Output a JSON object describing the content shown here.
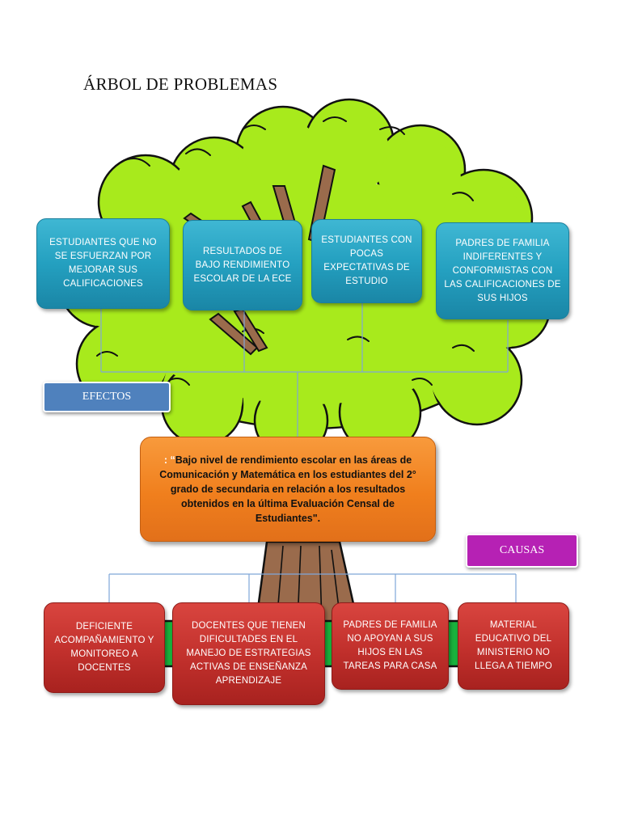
{
  "title": "ÁRBOL DE PROBLEMAS",
  "labels": {
    "effects": "EFECTOS",
    "causes": "CAUSAS"
  },
  "central_problem": {
    "lead": ": “",
    "text": "Bajo nivel de rendimiento escolar en las áreas de Comunicación y Matemática en los estudiantes del 2° grado de secundaria en relación a los resultados obtenidos en la última Evaluación Censal de Estudiantes\"."
  },
  "effects": [
    "ESTUDIANTES QUE NO SE ESFUERZAN POR MEJORAR SUS CALIFICACIONES",
    "RESULTADOS DE BAJO RENDIMIENTO ESCOLAR DE LA ECE",
    "ESTUDIANTES CON POCAS EXPECTATIVAS DE ESTUDIO",
    "PADRES DE FAMILIA INDIFERENTES Y CONFORMISTAS CON LAS CALIFICACIONES DE SUS HIJOS"
  ],
  "causes": [
    "DEFICIENTE ACOMPAÑAMIENTO Y MONITOREO A DOCENTES",
    "DOCENTES QUE TIENEN DIFICULTADES EN EL MANEJO DE ESTRATEGIAS ACTIVAS DE ENSEÑANZA APRENDIZAJE",
    "PADRES DE FAMILIA NO APOYAN A SUS HIJOS EN LAS TAREAS PARA CASA",
    "MATERIAL EDUCATIVO DEL MINISTERIO NO LLEGA A TIEMPO"
  ],
  "colors": {
    "foliage": "#a8ea1c",
    "trunk": "#9a6b4c",
    "effect_box": "#2aa6c6",
    "cause_box": "#c0302c",
    "central_box": "#f0801f",
    "effects_tag": "#4f81bd",
    "causes_tag": "#b621b4",
    "connector": "#7fa6d8"
  }
}
